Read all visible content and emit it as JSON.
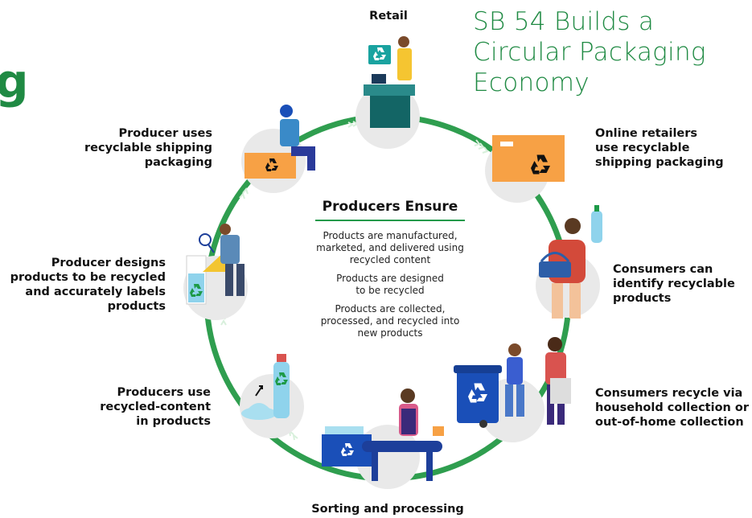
{
  "partial_heading": "g",
  "title": {
    "line1": "SB 54 Builds a",
    "line2": "Circular Packaging",
    "line3": "Economy"
  },
  "colors": {
    "accent_green": "#1f8a43",
    "cycle_green": "#2f9e4f",
    "node_grey": "#e9e9e9",
    "recycle_blue": "#1a4fb8",
    "box_orange": "#f7a145"
  },
  "center": {
    "title": "Producers Ensure",
    "items": [
      {
        "line1": "Products are manufactured,",
        "line2": "marketed, and delivered using",
        "line3": "recycled content"
      },
      {
        "line1": "Products are designed",
        "line2": "to be recycled"
      },
      {
        "line1": "Products are collected,",
        "line2": "processed, and recycled into",
        "line3": "new products"
      }
    ]
  },
  "stages": {
    "retail": {
      "line1": "Retail"
    },
    "online": {
      "line1": "Online retailers",
      "line2": "use recyclable",
      "line3": "shipping packaging"
    },
    "consumers_identify": {
      "line1": "Consumers can",
      "line2": "identify recyclable",
      "line3": "products"
    },
    "consumers_recycle": {
      "line1": "Consumers recycle via",
      "line2": "household collection or",
      "line3": "out-of-home collection"
    },
    "sorting": {
      "line1": "Sorting and processing"
    },
    "recycled_content": {
      "line1": "Producers use",
      "line2": "recycled-content",
      "line3": "in products"
    },
    "designs": {
      "line1": "Producer designs",
      "line2": "products to be recycled",
      "line3": "and accurately labels",
      "line4": "products"
    },
    "shipping": {
      "line1": "Producer uses",
      "line2": "recyclable shipping",
      "line3": "packaging"
    }
  },
  "icons": [
    "recycle-icon",
    "arrow-chevrons-icon",
    "shopping-basket-icon",
    "recycling-bin-icon",
    "bottle-icon",
    "shipping-box-icon",
    "conveyor-belt-icon",
    "magnifier-icon",
    "triangle-ruler-icon",
    "cash-register-icon"
  ]
}
